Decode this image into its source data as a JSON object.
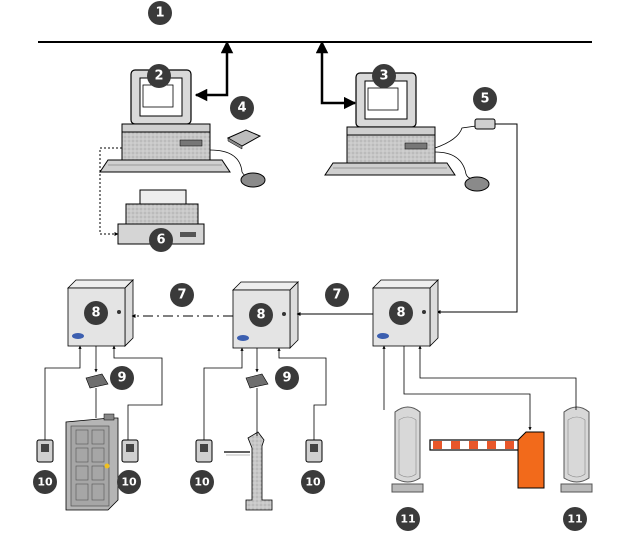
{
  "badges": {
    "b1": "1",
    "b2": "2",
    "b3": "3",
    "b4": "4",
    "b5": "5",
    "b6": "6",
    "b7a": "7",
    "b7b": "7",
    "b8a": "8",
    "b8b": "8",
    "b8c": "8",
    "b9a": "9",
    "b9b": "9",
    "b10a": "10",
    "b10b": "10",
    "b10c": "10",
    "b10d": "10",
    "b11a": "11",
    "b11b": "11"
  },
  "colors": {
    "badge": "#3a3a3a",
    "line": "#000000",
    "barrier_arm": "#e8572a",
    "barrier_post": "#f26a1b",
    "door": "#a9a9a9",
    "device": "#bfbfbf"
  }
}
